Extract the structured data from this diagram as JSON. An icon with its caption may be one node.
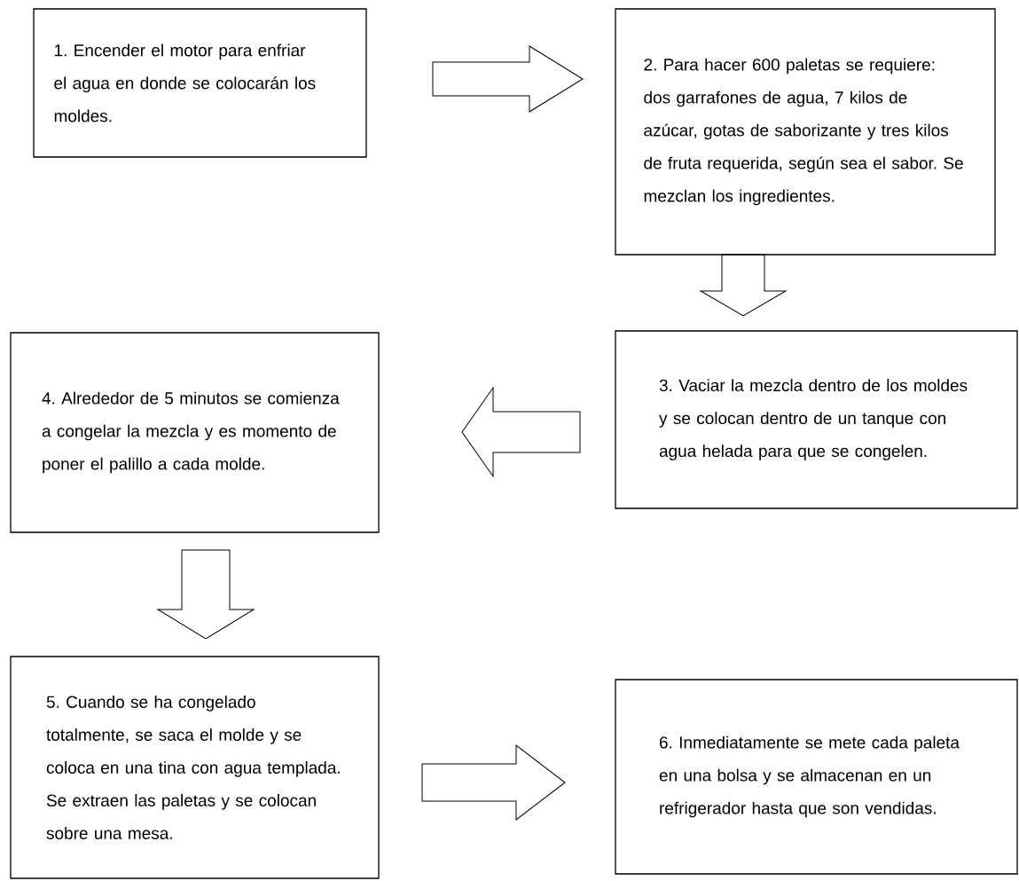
{
  "diagram": {
    "nodes": [
      {
        "text": [
          "1. Encender el motor para enfriar el agua en donde se colocarán los moldes."
        ]
      },
      {
        "text": [
          "2. Para hacer 600 paletas se requiere: dos garrafones de agua, 7 kilos de azúcar, gotas de saborizante y tres kilos de fruta requerida, según sea el sabor. Se mezclan los ingredientes."
        ]
      },
      {
        "text": [
          "3. Vaciar la mezcla dentro de los moldes y se colocan dentro de un tanque con agua helada para que se congelen."
        ]
      },
      {
        "text": [
          "4. Alrededor de 5 minutos se comienza a congelar la mezcla y es momento de poner el palillo a cada molde."
        ]
      },
      {
        "text": [
          "5. Cuando se ha congelado totalmente, se saca el molde y se coloca en una tina con agua templada. Se extraen las paletas y se colocan sobre una mesa."
        ]
      },
      {
        "text": [
          "6. Inmediatamente se mete cada paleta en una bolsa y se almacenan en un refrigerador hasta que son vendidas."
        ]
      }
    ],
    "edges": [
      {
        "from": 0,
        "to": 1,
        "arrow": "to"
      },
      {
        "from": 1,
        "to": 2,
        "arrow": "to"
      },
      {
        "from": 2,
        "to": 3,
        "arrow": "to"
      },
      {
        "from": 3,
        "to": 4,
        "arrow": "to"
      },
      {
        "from": 4,
        "to": 5,
        "arrow": "to"
      }
    ]
  }
}
